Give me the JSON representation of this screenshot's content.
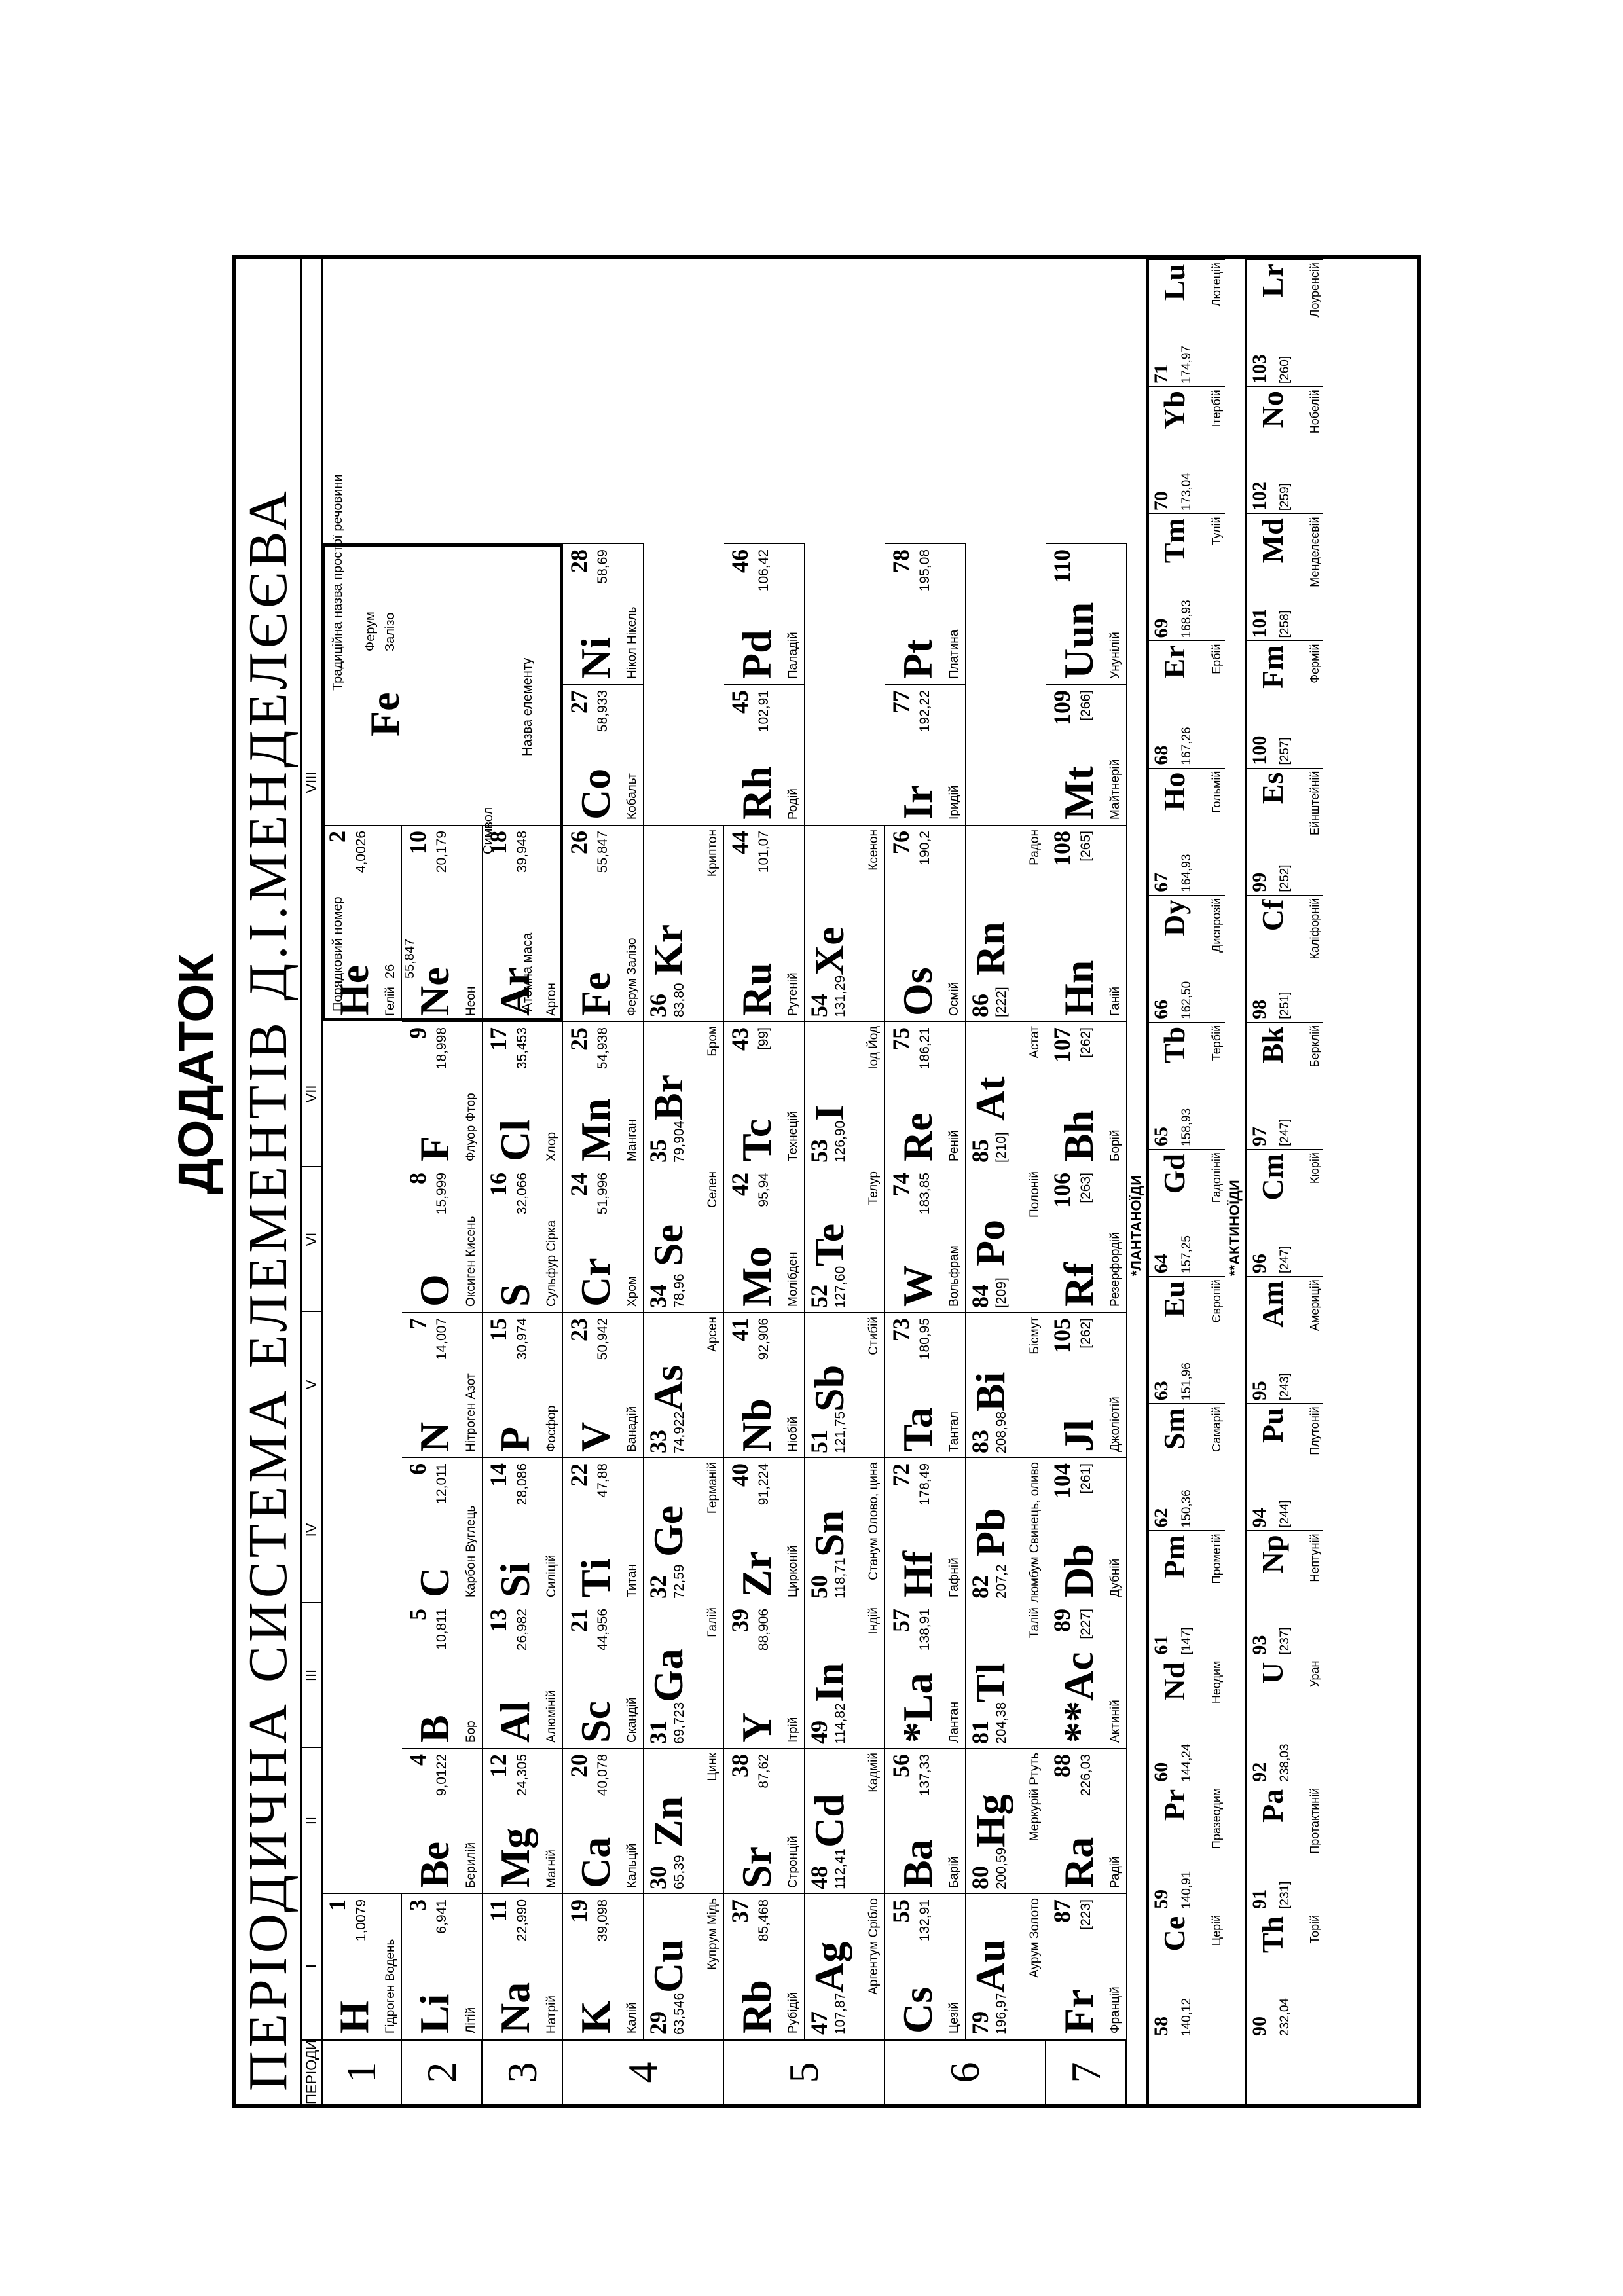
{
  "appendix_title": "ДОДАТОК",
  "table_title": "ПЕРІОДИЧНА СИСТЕМА ЕЛЕМЕНТІВ Д.І.МЕНДЕЛЄЄВА",
  "periods_label": "ПЕРІОДИ",
  "group_labels": [
    "I",
    "II",
    "III",
    "IV",
    "V",
    "VI",
    "VII",
    "VIII"
  ],
  "legend": {
    "num": "26",
    "mass": "55,847",
    "symbol": "Fe",
    "name1": "Ферум",
    "name2": "Залізо",
    "label_number": "Порядковий номер",
    "label_mass": "Атомна маса",
    "label_symbol": "Символ",
    "label_name": "Назва елементу",
    "label_traditional": "Традиційна назва простої речовини"
  },
  "periods": [
    "1",
    "2",
    "3",
    "4",
    "5",
    "6",
    "7"
  ],
  "elements": [
    {
      "row": 0,
      "col": 0,
      "num": "1",
      "sym": "H",
      "mass": "1,0079",
      "name": "Гідроген Водень"
    },
    {
      "row": 0,
      "col": 7,
      "num": "2",
      "sym": "He",
      "mass": "4,0026",
      "name": "Гелій"
    },
    {
      "row": 1,
      "col": 0,
      "num": "3",
      "sym": "Li",
      "mass": "6,941",
      "name": "Літій"
    },
    {
      "row": 1,
      "col": 1,
      "num": "4",
      "sym": "Be",
      "mass": "9,0122",
      "name": "Берилій"
    },
    {
      "row": 1,
      "col": 2,
      "num": "5",
      "sym": "B",
      "mass": "10,811",
      "name": "Бор"
    },
    {
      "row": 1,
      "col": 3,
      "num": "6",
      "sym": "C",
      "mass": "12,011",
      "name": "Карбон Вуглець"
    },
    {
      "row": 1,
      "col": 4,
      "num": "7",
      "sym": "N",
      "mass": "14,007",
      "name": "Нітроген Азот"
    },
    {
      "row": 1,
      "col": 5,
      "num": "8",
      "sym": "O",
      "mass": "15,999",
      "name": "Оксиген Кисень"
    },
    {
      "row": 1,
      "col": 6,
      "num": "9",
      "sym": "F",
      "mass": "18,998",
      "name": "Флуор Фтор"
    },
    {
      "row": 1,
      "col": 7,
      "num": "10",
      "sym": "Ne",
      "mass": "20,179",
      "name": "Неон"
    },
    {
      "row": 2,
      "col": 0,
      "num": "11",
      "sym": "Na",
      "mass": "22,990",
      "name": "Натрій"
    },
    {
      "row": 2,
      "col": 1,
      "num": "12",
      "sym": "Mg",
      "mass": "24,305",
      "name": "Магній"
    },
    {
      "row": 2,
      "col": 2,
      "num": "13",
      "sym": "Al",
      "mass": "26,982",
      "name": "Алюміній"
    },
    {
      "row": 2,
      "col": 3,
      "num": "14",
      "sym": "Si",
      "mass": "28,086",
      "name": "Силіцій"
    },
    {
      "row": 2,
      "col": 4,
      "num": "15",
      "sym": "P",
      "mass": "30,974",
      "name": "Фосфор"
    },
    {
      "row": 2,
      "col": 5,
      "num": "16",
      "sym": "S",
      "mass": "32,066",
      "name": "Сульфур Сірка"
    },
    {
      "row": 2,
      "col": 6,
      "num": "17",
      "sym": "Cl",
      "mass": "35,453",
      "name": "Хлор"
    },
    {
      "row": 2,
      "col": 7,
      "num": "18",
      "sym": "Ar",
      "mass": "39,948",
      "name": "Аргон"
    },
    {
      "row": 3,
      "col": 0,
      "num": "19",
      "sym": "K",
      "mass": "39,098",
      "name": "Калій"
    },
    {
      "row": 3,
      "col": 1,
      "num": "20",
      "sym": "Ca",
      "mass": "40,078",
      "name": "Кальцій"
    },
    {
      "row": 3,
      "col": 2,
      "num": "21",
      "sym": "Sc",
      "mass": "44,956",
      "name": "Скандій"
    },
    {
      "row": 3,
      "col": 3,
      "num": "22",
      "sym": "Ti",
      "mass": "47,88",
      "name": "Титан"
    },
    {
      "row": 3,
      "col": 4,
      "num": "23",
      "sym": "V",
      "mass": "50,942",
      "name": "Ванадій"
    },
    {
      "row": 3,
      "col": 5,
      "num": "24",
      "sym": "Cr",
      "mass": "51,996",
      "name": "Хром"
    },
    {
      "row": 3,
      "col": 6,
      "num": "25",
      "sym": "Mn",
      "mass": "54,938",
      "name": "Манган"
    },
    {
      "row": 3,
      "col": 7,
      "num": "26",
      "sym": "Fe",
      "mass": "55,847",
      "name": "Ферум Залізо"
    },
    {
      "row": 3,
      "col": 8,
      "num": "27",
      "sym": "Co",
      "mass": "58,933",
      "name": "Кобальт"
    },
    {
      "row": 3,
      "col": 9,
      "num": "28",
      "sym": "Ni",
      "mass": "58,69",
      "name": "Нікол Нікель"
    },
    {
      "row": 4,
      "col": 0,
      "num": "29",
      "sym": "Cu",
      "mass": "63,546",
      "name": "Купрум Мідь"
    },
    {
      "row": 4,
      "col": 1,
      "num": "30",
      "sym": "Zn",
      "mass": "65,39",
      "name": "Цинк"
    },
    {
      "row": 4,
      "col": 2,
      "num": "31",
      "sym": "Ga",
      "mass": "69,723",
      "name": "Галій"
    },
    {
      "row": 4,
      "col": 3,
      "num": "32",
      "sym": "Ge",
      "mass": "72,59",
      "name": "Германій"
    },
    {
      "row": 4,
      "col": 4,
      "num": "33",
      "sym": "As",
      "mass": "74,922",
      "name": "Арсен"
    },
    {
      "row": 4,
      "col": 5,
      "num": "34",
      "sym": "Se",
      "mass": "78,96",
      "name": "Селен"
    },
    {
      "row": 4,
      "col": 6,
      "num": "35",
      "sym": "Br",
      "mass": "79,904",
      "name": "Бром"
    },
    {
      "row": 4,
      "col": 7,
      "num": "36",
      "sym": "Kr",
      "mass": "83,80",
      "name": "Криптон"
    },
    {
      "row": 5,
      "col": 0,
      "num": "37",
      "sym": "Rb",
      "mass": "85,468",
      "name": "Рубідій"
    },
    {
      "row": 5,
      "col": 1,
      "num": "38",
      "sym": "Sr",
      "mass": "87,62",
      "name": "Стронцій"
    },
    {
      "row": 5,
      "col": 2,
      "num": "39",
      "sym": "Y",
      "mass": "88,906",
      "name": "Ітрій"
    },
    {
      "row": 5,
      "col": 3,
      "num": "40",
      "sym": "Zr",
      "mass": "91,224",
      "name": "Цирконій"
    },
    {
      "row": 5,
      "col": 4,
      "num": "41",
      "sym": "Nb",
      "mass": "92,906",
      "name": "Ніобій"
    },
    {
      "row": 5,
      "col": 5,
      "num": "42",
      "sym": "Mo",
      "mass": "95,94",
      "name": "Молібден"
    },
    {
      "row": 5,
      "col": 6,
      "num": "43",
      "sym": "Tc",
      "mass": "[99]",
      "name": "Технецій"
    },
    {
      "row": 5,
      "col": 7,
      "num": "44",
      "sym": "Ru",
      "mass": "101,07",
      "name": "Рутеній"
    },
    {
      "row": 5,
      "col": 8,
      "num": "45",
      "sym": "Rh",
      "mass": "102,91",
      "name": "Родій"
    },
    {
      "row": 5,
      "col": 9,
      "num": "46",
      "sym": "Pd",
      "mass": "106,42",
      "name": "Паладій"
    },
    {
      "row": 6,
      "col": 0,
      "num": "47",
      "sym": "Ag",
      "mass": "107,87",
      "name": "Аргентум Срібло"
    },
    {
      "row": 6,
      "col": 1,
      "num": "48",
      "sym": "Cd",
      "mass": "112,41",
      "name": "Кадмій"
    },
    {
      "row": 6,
      "col": 2,
      "num": "49",
      "sym": "In",
      "mass": "114,82",
      "name": "Індій"
    },
    {
      "row": 6,
      "col": 3,
      "num": "50",
      "sym": "Sn",
      "mass": "118,71",
      "name": "Станум Олово, цина"
    },
    {
      "row": 6,
      "col": 4,
      "num": "51",
      "sym": "Sb",
      "mass": "121,75",
      "name": "Стибій"
    },
    {
      "row": 6,
      "col": 5,
      "num": "52",
      "sym": "Te",
      "mass": "127,60",
      "name": "Телур"
    },
    {
      "row": 6,
      "col": 6,
      "num": "53",
      "sym": "I",
      "mass": "126,90",
      "name": "Іод Йод"
    },
    {
      "row": 6,
      "col": 7,
      "num": "54",
      "sym": "Xe",
      "mass": "131,29",
      "name": "Ксенон"
    },
    {
      "row": 7,
      "col": 0,
      "num": "55",
      "sym": "Cs",
      "mass": "132,91",
      "name": "Цезій"
    },
    {
      "row": 7,
      "col": 1,
      "num": "56",
      "sym": "Ba",
      "mass": "137,33",
      "name": "Барій"
    },
    {
      "row": 7,
      "col": 2,
      "num": "57",
      "sym": "*La",
      "mass": "138,91",
      "name": "Лантан"
    },
    {
      "row": 7,
      "col": 3,
      "num": "72",
      "sym": "Hf",
      "mass": "178,49",
      "name": "Гафній"
    },
    {
      "row": 7,
      "col": 4,
      "num": "73",
      "sym": "Ta",
      "mass": "180,95",
      "name": "Тантал"
    },
    {
      "row": 7,
      "col": 5,
      "num": "74",
      "sym": "W",
      "mass": "183,85",
      "name": "Вольфрам"
    },
    {
      "row": 7,
      "col": 6,
      "num": "75",
      "sym": "Re",
      "mass": "186,21",
      "name": "Реній"
    },
    {
      "row": 7,
      "col": 7,
      "num": "76",
      "sym": "Os",
      "mass": "190,2",
      "name": "Осмій"
    },
    {
      "row": 7,
      "col": 8,
      "num": "77",
      "sym": "Ir",
      "mass": "192,22",
      "name": "Іридій"
    },
    {
      "row": 7,
      "col": 9,
      "num": "78",
      "sym": "Pt",
      "mass": "195,08",
      "name": "Платина"
    },
    {
      "row": 8,
      "col": 0,
      "num": "79",
      "sym": "Au",
      "mass": "196,97",
      "name": "Аурум Золото"
    },
    {
      "row": 8,
      "col": 1,
      "num": "80",
      "sym": "Hg",
      "mass": "200,59",
      "name": "Меркурій Ртуть"
    },
    {
      "row": 8,
      "col": 2,
      "num": "81",
      "sym": "Tl",
      "mass": "204,38",
      "name": "Талій"
    },
    {
      "row": 8,
      "col": 3,
      "num": "82",
      "sym": "Pb",
      "mass": "207,2",
      "name": "Плюмбум Свинець, оливо"
    },
    {
      "row": 8,
      "col": 4,
      "num": "83",
      "sym": "Bi",
      "mass": "208,98",
      "name": "Бісмут"
    },
    {
      "row": 8,
      "col": 5,
      "num": "84",
      "sym": "Po",
      "mass": "[209]",
      "name": "Полоній"
    },
    {
      "row": 8,
      "col": 6,
      "num": "85",
      "sym": "At",
      "mass": "[210]",
      "name": "Астат"
    },
    {
      "row": 8,
      "col": 7,
      "num": "86",
      "sym": "Rn",
      "mass": "[222]",
      "name": "Радон"
    },
    {
      "row": 9,
      "col": 0,
      "num": "87",
      "sym": "Fr",
      "mass": "[223]",
      "name": "Францій"
    },
    {
      "row": 9,
      "col": 1,
      "num": "88",
      "sym": "Ra",
      "mass": "226,03",
      "name": "Радій"
    },
    {
      "row": 9,
      "col": 2,
      "num": "89",
      "sym": "**Ac",
      "mass": "[227]",
      "name": "Актиній"
    },
    {
      "row": 9,
      "col": 3,
      "num": "104",
      "sym": "Db",
      "mass": "[261]",
      "name": "Дубній"
    },
    {
      "row": 9,
      "col": 4,
      "num": "105",
      "sym": "Jl",
      "mass": "[262]",
      "name": "Джоліотій"
    },
    {
      "row": 9,
      "col": 5,
      "num": "106",
      "sym": "Rf",
      "mass": "[263]",
      "name": "Резерфордій"
    },
    {
      "row": 9,
      "col": 6,
      "num": "107",
      "sym": "Bh",
      "mass": "[262]",
      "name": "Борій"
    },
    {
      "row": 9,
      "col": 7,
      "num": "108",
      "sym": "Hn",
      "mass": "[265]",
      "name": "Ганій"
    },
    {
      "row": 9,
      "col": 8,
      "num": "109",
      "sym": "Mt",
      "mass": "[266]",
      "name": "Майтнерій"
    },
    {
      "row": 9,
      "col": 9,
      "num": "110",
      "sym": "Uun",
      "mass": "",
      "name": "Унунілій"
    }
  ],
  "lanthanides_label": "*ЛАНТАНОЇДИ",
  "actinides_label": "**АКТИНОЇДИ",
  "lanthanides": [
    {
      "num": "58",
      "sym": "Ce",
      "mass": "140,12",
      "name": "Церій"
    },
    {
      "num": "59",
      "sym": "Pr",
      "mass": "140,91",
      "name": "Празеодим"
    },
    {
      "num": "60",
      "sym": "Nd",
      "mass": "144,24",
      "name": "Неодим"
    },
    {
      "num": "61",
      "sym": "Pm",
      "mass": "[147]",
      "name": "Прометій"
    },
    {
      "num": "62",
      "sym": "Sm",
      "mass": "150,36",
      "name": "Самарій"
    },
    {
      "num": "63",
      "sym": "Eu",
      "mass": "151,96",
      "name": "Європій"
    },
    {
      "num": "64",
      "sym": "Gd",
      "mass": "157,25",
      "name": "Гадоліній"
    },
    {
      "num": "65",
      "sym": "Tb",
      "mass": "158,93",
      "name": "Тербій"
    },
    {
      "num": "66",
      "sym": "Dy",
      "mass": "162,50",
      "name": "Диспрозій"
    },
    {
      "num": "67",
      "sym": "Ho",
      "mass": "164,93",
      "name": "Гольмій"
    },
    {
      "num": "68",
      "sym": "Er",
      "mass": "167,26",
      "name": "Ербій"
    },
    {
      "num": "69",
      "sym": "Tm",
      "mass": "168,93",
      "name": "Тулій"
    },
    {
      "num": "70",
      "sym": "Yb",
      "mass": "173,04",
      "name": "Ітербій"
    },
    {
      "num": "71",
      "sym": "Lu",
      "mass": "174,97",
      "name": "Лютецій"
    }
  ],
  "actinides": [
    {
      "num": "90",
      "sym": "Th",
      "mass": "232,04",
      "name": "Торій"
    },
    {
      "num": "91",
      "sym": "Pa",
      "mass": "[231]",
      "name": "Протактиній"
    },
    {
      "num": "92",
      "sym": "U",
      "mass": "238,03",
      "name": "Уран"
    },
    {
      "num": "93",
      "sym": "Np",
      "mass": "[237]",
      "name": "Нептуній"
    },
    {
      "num": "94",
      "sym": "Pu",
      "mass": "[244]",
      "name": "Плутоній"
    },
    {
      "num": "95",
      "sym": "Am",
      "mass": "[243]",
      "name": "Америцій"
    },
    {
      "num": "96",
      "sym": "Cm",
      "mass": "[247]",
      "name": "Кюрій"
    },
    {
      "num": "97",
      "sym": "Bk",
      "mass": "[247]",
      "name": "Берклій"
    },
    {
      "num": "98",
      "sym": "Cf",
      "mass": "[251]",
      "name": "Каліфорній"
    },
    {
      "num": "99",
      "sym": "Es",
      "mass": "[252]",
      "name": "Ейнштейній"
    },
    {
      "num": "100",
      "sym": "Fm",
      "mass": "[257]",
      "name": "Фермій"
    },
    {
      "num": "101",
      "sym": "Md",
      "mass": "[258]",
      "name": "Менделєєвій"
    },
    {
      "num": "102",
      "sym": "No",
      "mass": "[259]",
      "name": "Нобелій"
    },
    {
      "num": "103",
      "sym": "Lr",
      "mass": "[260]",
      "name": "Лоуренсій"
    }
  ]
}
